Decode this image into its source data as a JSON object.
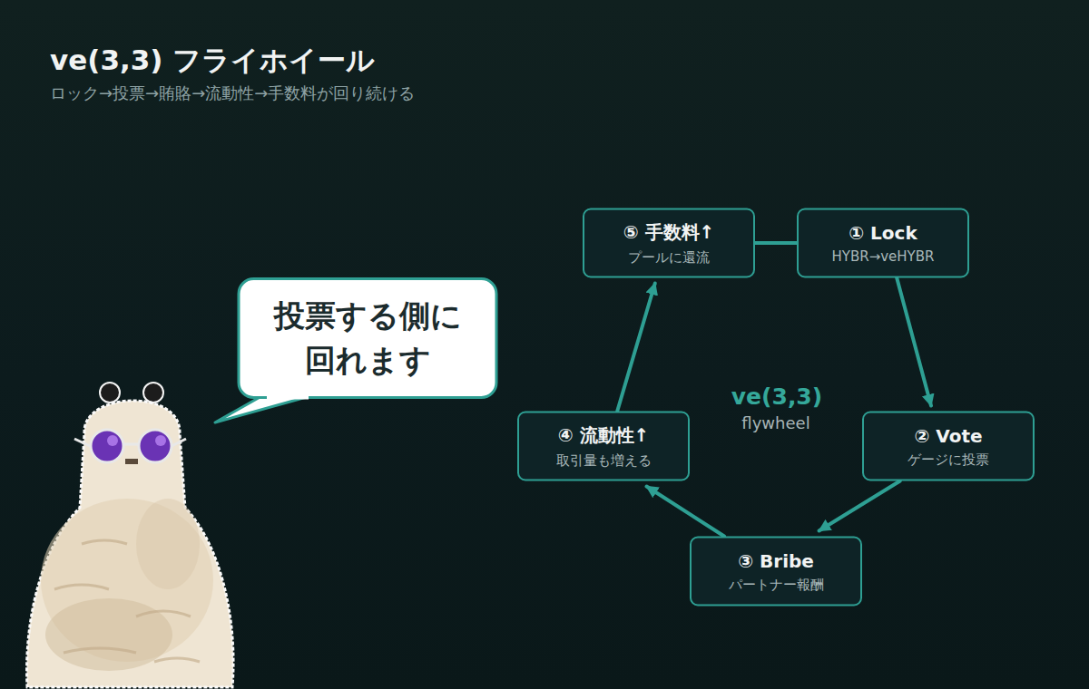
{
  "diagram": {
    "title": "ve(3,3) フライホイール",
    "nodes": [
      {
        "text": [
          "投票する側に 回れます"
        ]
      },
      {
        "text": [
          "① Lock",
          "HYBR→veHYBR"
        ]
      },
      {
        "text": [
          "② Vote",
          "ゲージに投票"
        ]
      },
      {
        "text": [
          "③ Bribe",
          "パートナー報酬"
        ]
      },
      {
        "text": [
          "④ 流動性↑",
          "取引量も増える"
        ]
      },
      {
        "text": [
          "⑤ 手数料↑",
          "プールに還流"
        ]
      }
    ],
    "edges": [
      {
        "from": 1,
        "to": 2,
        "arrow": "to"
      },
      {
        "from": 2,
        "to": 3,
        "arrow": "to"
      },
      {
        "from": 3,
        "to": 4,
        "arrow": "to"
      },
      {
        "from": 4,
        "to": 5,
        "arrow": "to"
      },
      {
        "from": 5,
        "to": 1,
        "arrow": "none"
      }
    ],
    "labels": [
      "ロック→投票→賄賂→流動性→手数料が回り続ける",
      "ve(3,3)",
      "flywheel"
    ]
  }
}
